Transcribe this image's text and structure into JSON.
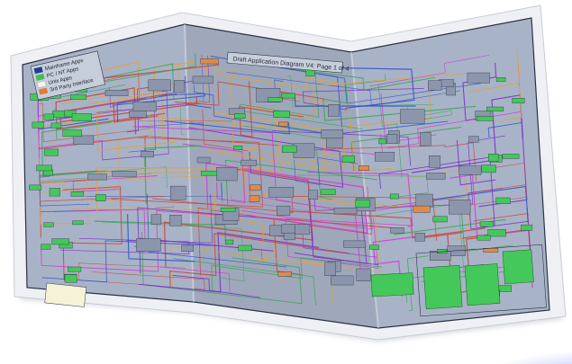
{
  "diagram": {
    "title": "Draft Application Diagram V4: Page 1 of 4",
    "legend": [
      {
        "label": "Mainframe Apps",
        "color": "#1f3f8f"
      },
      {
        "label": "PC / NT Apps",
        "color": "#3fbf4f"
      },
      {
        "label": "Unix Apps",
        "color": "#f2f2ee"
      },
      {
        "label": "3rd Party Interface",
        "color": "#e07a35"
      }
    ],
    "colors": {
      "paper": "#eef0f4",
      "sheet": "#a9b3c7",
      "app_box": "#8b95ab",
      "green_box": "#44c85a",
      "orange_box": "#e08a4a",
      "lines": [
        "#7a2fc9",
        "#d43bd0",
        "#c8443a",
        "#2f52c9",
        "#3aa65a",
        "#e0a23a"
      ]
    }
  }
}
